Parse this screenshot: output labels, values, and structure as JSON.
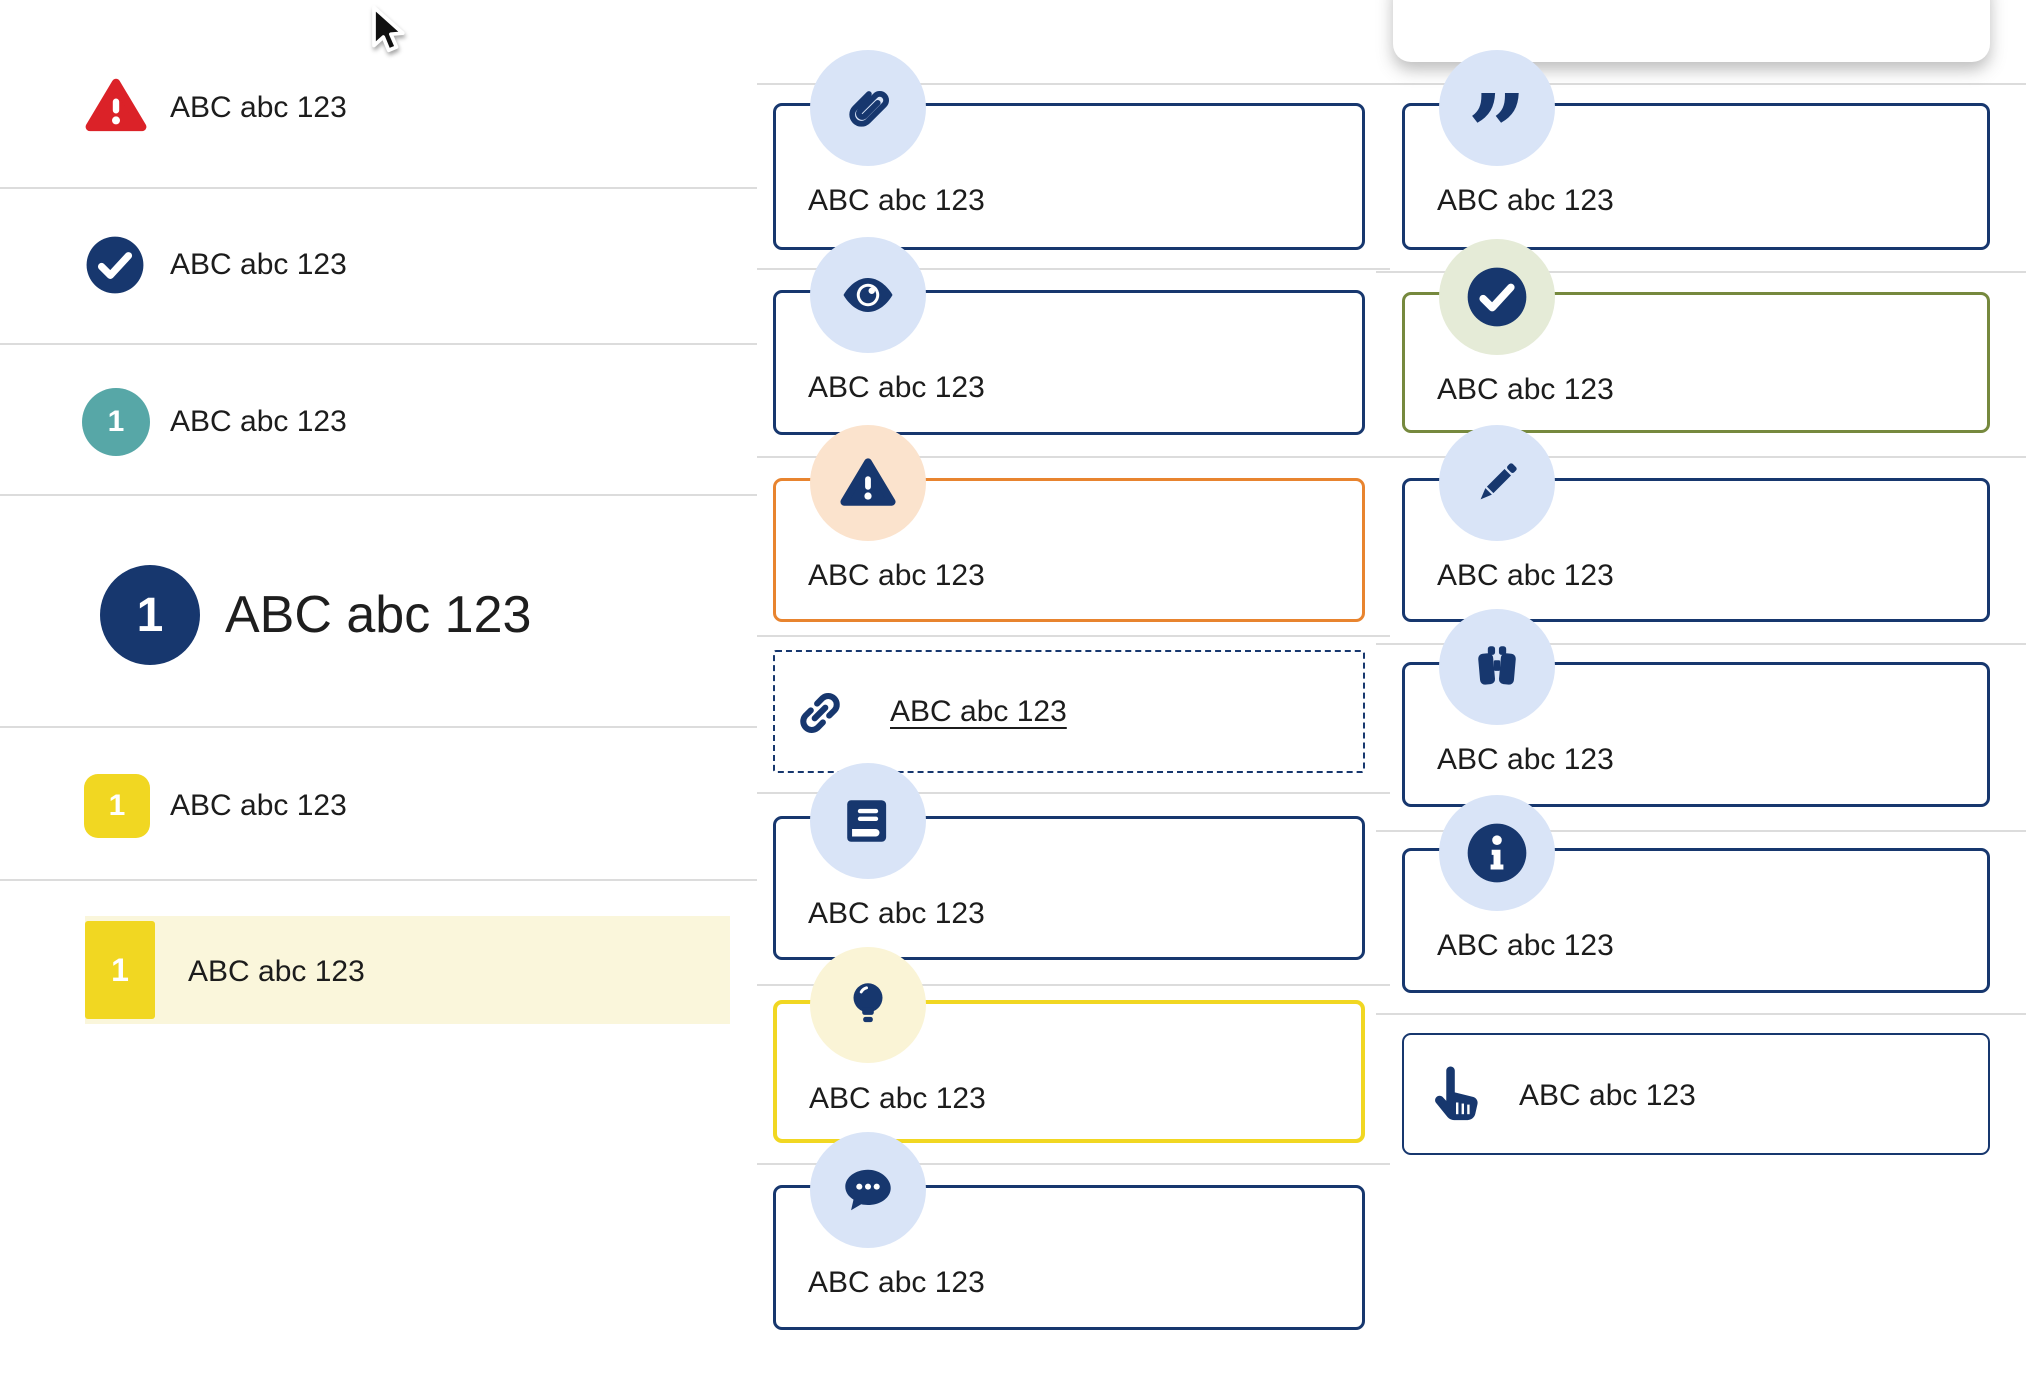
{
  "colors": {
    "navy": "#17376E",
    "light_blue": "#D9E4F7",
    "red": "#DB2228",
    "teal": "#57A7A7",
    "yellow": "#F1D722",
    "yellow_light": "#FAF6DB",
    "cream": "#FAF4D6",
    "peach": "#FBE3CD",
    "orange": "#E8842F",
    "olive": "#76893E",
    "celadon": "#E5EBD7",
    "divider": "#DCDCDC"
  },
  "glyphs": {
    "quote": "”"
  },
  "left_list": {
    "items": [
      {
        "icon": "warning-triangle-icon",
        "label": "ABC abc 123"
      },
      {
        "icon": "check-circle-icon",
        "label": "ABC abc 123"
      },
      {
        "icon": "teal-number-circle",
        "badge": "1",
        "label": "ABC abc 123"
      },
      {
        "icon": "navy-number-circle-large",
        "badge": "1",
        "label": "ABC abc 123"
      },
      {
        "icon": "yellow-number-square",
        "badge": "1",
        "label": "ABC abc 123"
      },
      {
        "icon": "yellow-number-square-highlighted",
        "badge": "1",
        "label": "ABC abc 123"
      }
    ]
  },
  "middle_callouts": [
    {
      "icon": "paperclip-icon",
      "variant": "navy",
      "label": "ABC abc 123"
    },
    {
      "icon": "eye-icon",
      "variant": "navy",
      "label": "ABC abc 123"
    },
    {
      "icon": "warning-triangle-icon",
      "variant": "orange",
      "label": "ABC abc 123"
    },
    {
      "icon": "link-icon",
      "variant": "dashed-link",
      "label": "ABC abc 123"
    },
    {
      "icon": "book-icon",
      "variant": "navy",
      "label": "ABC abc 123"
    },
    {
      "icon": "lightbulb-icon",
      "variant": "yellow",
      "label": "ABC abc 123"
    },
    {
      "icon": "chat-icon",
      "variant": "navy",
      "label": "ABC abc 123"
    }
  ],
  "right_callouts": [
    {
      "icon": "quote-icon",
      "variant": "navy",
      "label": "ABC abc 123"
    },
    {
      "icon": "check-circle-icon",
      "variant": "olive",
      "label": "ABC abc 123"
    },
    {
      "icon": "pencil-icon",
      "variant": "navy",
      "label": "ABC abc 123"
    },
    {
      "icon": "binoculars-icon",
      "variant": "navy",
      "label": "ABC abc 123"
    },
    {
      "icon": "info-icon",
      "variant": "navy",
      "label": "ABC abc 123"
    },
    {
      "icon": "hand-pointer-icon",
      "variant": "navy-inline",
      "label": "ABC abc 123"
    }
  ]
}
